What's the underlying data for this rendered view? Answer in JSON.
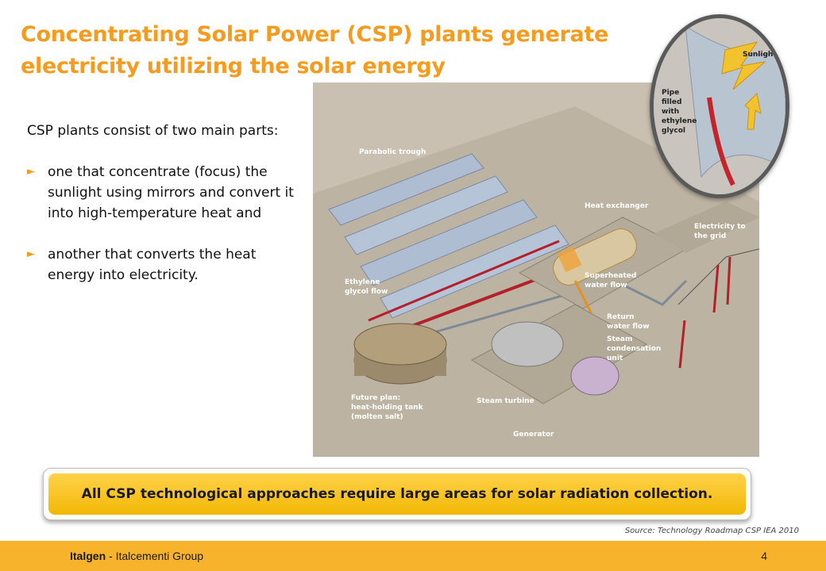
{
  "title": {
    "line1": "Concentrating Solar Power (CSP) plants generate",
    "line2": "electricity  utilizing the solar energy"
  },
  "body": {
    "intro": "CSP plants consist of two main parts:",
    "bullets": [
      "one that concentrate (focus) the sunlight using mirrors and convert it into high-temperature heat and",
      "another that converts the heat energy into electricity."
    ],
    "bullet_icon": "triangle-right-icon"
  },
  "figure": {
    "labels": {
      "parabolic_trough": "Parabolic trough",
      "heat_exchanger": "Heat exchanger",
      "electricity_grid_1": "Electricity to",
      "electricity_grid_2": "the grid",
      "ethylene_1": "Ethylene",
      "ethylene_2": "glycol flow",
      "superheated_1": "Superheated",
      "superheated_2": "water flow",
      "return_1": "Return",
      "return_2": "water flow",
      "steam_cond_1": "Steam",
      "steam_cond_2": "condensation",
      "steam_cond_3": "unit",
      "future_1": "Future plan:",
      "future_2": "heat-holding tank",
      "future_3": "(molten salt)",
      "steam_turbine": "Steam turbine",
      "generator": "Generator"
    },
    "inset": {
      "sunlight": "Sunlight",
      "pipe_1": "Pipe",
      "pipe_2": "filled",
      "pipe_3": "with",
      "pipe_4": "ethylene",
      "pipe_5": "glycol"
    }
  },
  "callout": {
    "text": "All CSP technological approaches require large areas for solar radiation collection."
  },
  "source": "Source: Technology Roadmap CSP IEA 2010",
  "footer": {
    "brand": "Italgen",
    "separator": " - ",
    "group": "Italcementi Group",
    "page": "4"
  },
  "colors": {
    "accent": "#f39c1f",
    "callout": "#f2b705",
    "footer": "#f7b32b"
  }
}
